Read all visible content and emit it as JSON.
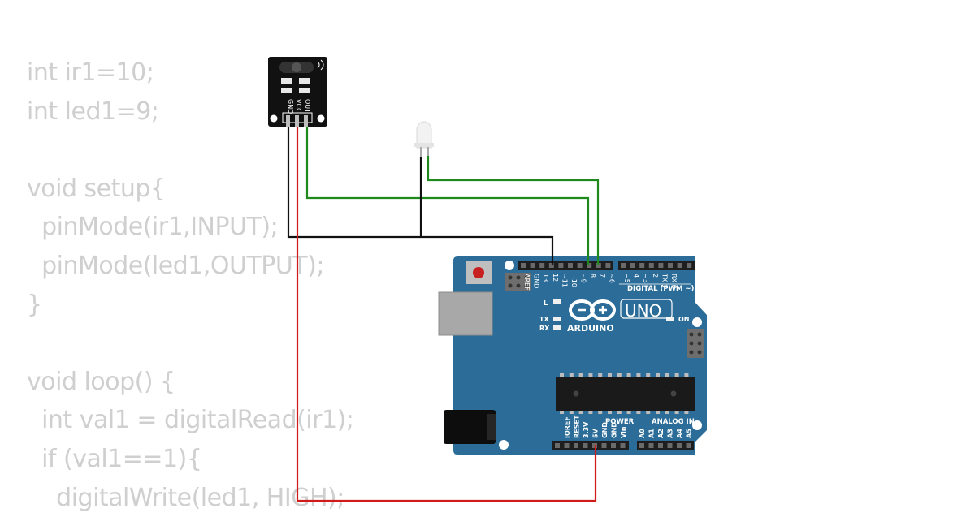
{
  "code_lines": [
    "int ir1=10;",
    "int led1=9;",
    "",
    "void setup{",
    "  pinMode(ir1,INPUT);",
    "  pinMode(led1,OUTPUT);",
    "}",
    "",
    "void loop() {",
    "  int val1 = digitalRead(ir1);",
    "  if (val1==1){",
    "    digitalWrite(led1, HIGH);"
  ],
  "ir_sensor": {
    "pin_gnd": "GND",
    "pin_vcc": "VCC",
    "pin_out": "OUT"
  },
  "board": {
    "brand": "ARDUINO",
    "model": "UNO",
    "digital_header_label": "DIGITAL (PWM ~)",
    "digital_pins": [
      "AREF",
      "GND",
      "13",
      "12",
      "~11",
      "~10",
      "~9",
      "8",
      "7",
      "~6",
      "~5",
      "4",
      "~3",
      "2",
      "TX 1",
      "RX 0"
    ],
    "power_label": "POWER",
    "power_pins": [
      "IOREF",
      "RESET",
      "3.3V",
      "5V",
      "GND",
      "GND",
      "Vin"
    ],
    "analog_label": "ANALOG IN",
    "analog_pins": [
      "A0",
      "A1",
      "A2",
      "A3",
      "A4",
      "A5"
    ],
    "led_l": "L",
    "led_tx": "TX",
    "led_rx": "RX",
    "led_on": "ON"
  },
  "wire_colors": {
    "signal": "#1e8a1e",
    "ground": "#111111",
    "power": "#d11a1a"
  },
  "colors": {
    "board": "#2b6c98",
    "code_text": "#cfcfcf"
  }
}
